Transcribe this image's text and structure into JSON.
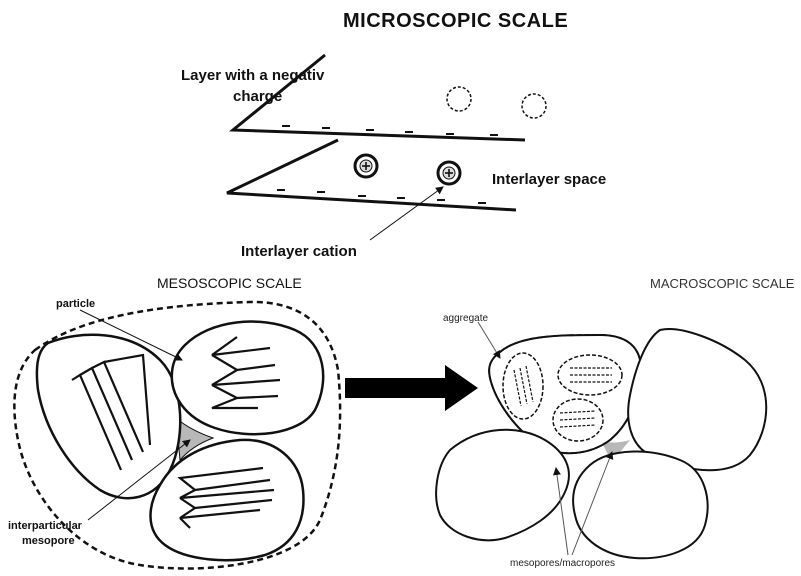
{
  "micro": {
    "title": "MICROSCOPIC SCALE",
    "layer_label_line1": "Layer with a negativ",
    "layer_label_line2": "charge",
    "interlayer_space": "Interlayer space",
    "interlayer_cation": "Interlayer cation",
    "minus_sign": "–",
    "plus_sign": "+"
  },
  "meso": {
    "title": "MESOSCOPIC SCALE",
    "particle": "particle",
    "mesopore_line1": "interparticular",
    "mesopore_line2": "mesopore"
  },
  "macro": {
    "title": "MACROSCOPIC SCALE",
    "aggregate": "aggregate",
    "pores": "mesopores/macropores"
  },
  "colors": {
    "ink": "#111111",
    "pore_fill": "#b8b8b8",
    "arrow": "#000000"
  }
}
